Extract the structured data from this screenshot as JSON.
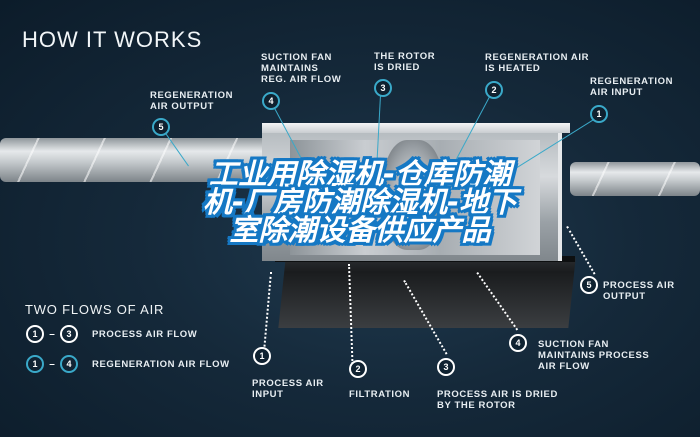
{
  "header": {
    "title": "HOW IT WORKS"
  },
  "banner": {
    "lines": [
      "工业用除湿机-仓库防潮",
      "机-厂房防潮除湿机-地下",
      "室除潮设备供应产品"
    ],
    "outline_color": "#1578c4"
  },
  "colors": {
    "background": "#15293a",
    "regeneration_accent": "#3aa9c9",
    "process_accent": "#ffffff"
  },
  "top_callouts": [
    {
      "number": "5",
      "label": "REGENERATION\nAIR OUTPUT",
      "flow": "regeneration"
    },
    {
      "number": "4",
      "label": "SUCTION FAN\nMAINTAINS\nREG. AIR FLOW",
      "flow": "regeneration"
    },
    {
      "number": "3",
      "label": "THE ROTOR\nIS DRIED",
      "flow": "regeneration"
    },
    {
      "number": "2",
      "label": "REGENERATION AIR\nIS HEATED",
      "flow": "regeneration"
    },
    {
      "number": "1",
      "label": "REGENERATION\nAIR INPUT",
      "flow": "regeneration"
    }
  ],
  "bottom_callouts": [
    {
      "number": "1",
      "label": "PROCESS AIR\nINPUT",
      "flow": "process"
    },
    {
      "number": "2",
      "label": "FILTRATION",
      "flow": "process"
    },
    {
      "number": "3",
      "label": "PROCESS AIR IS DRIED\nBY THE ROTOR",
      "flow": "process"
    },
    {
      "number": "4",
      "label": "SUCTION FAN\nMAINTAINS PROCESS\nAIR FLOW",
      "flow": "process"
    },
    {
      "number": "5",
      "label": "PROCESS AIR\nOUTPUT",
      "flow": "process"
    }
  ],
  "legend": {
    "title": "TWO FLOWS OF AIR",
    "items": [
      {
        "from": "1",
        "to": "3",
        "dash": "–",
        "label": "PROCESS AIR FLOW"
      },
      {
        "from": "1",
        "to": "4",
        "dash": "–",
        "label": "REGENERATION AIR FLOW"
      }
    ]
  }
}
